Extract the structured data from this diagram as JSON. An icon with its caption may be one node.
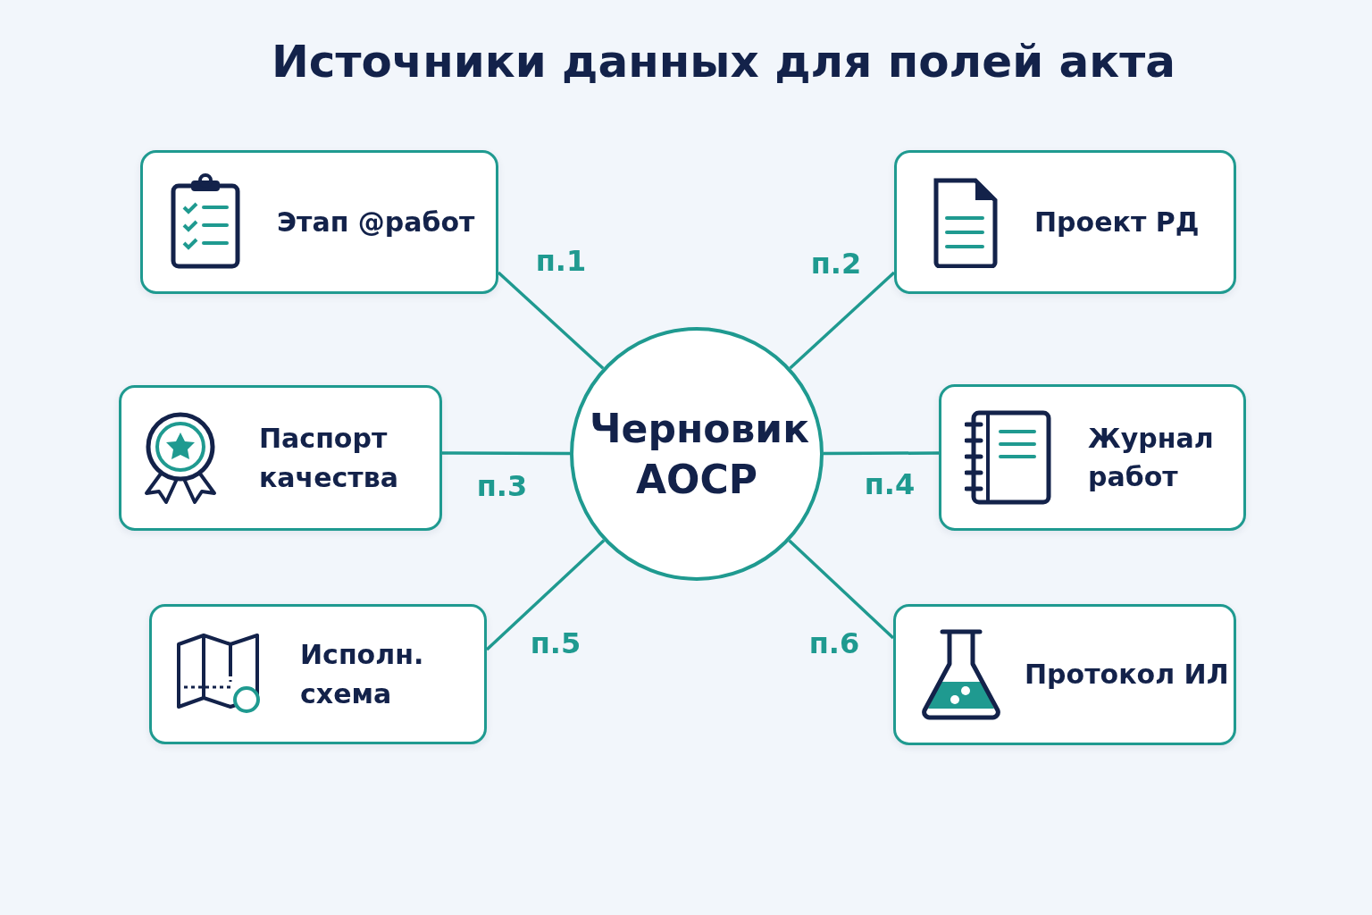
{
  "diagram": {
    "title": "Источники данных для полей акта",
    "nodes": [
      {
        "text": [
          "Черновик АОСР"
        ]
      },
      {
        "text": [
          "Этап @работ"
        ]
      },
      {
        "text": [
          "Проект РД"
        ]
      },
      {
        "text": [
          "Паспорт качества"
        ]
      },
      {
        "text": [
          "Журнал работ"
        ]
      },
      {
        "text": [
          "Исполн. схема"
        ]
      },
      {
        "text": [
          "Протокол ИЛ"
        ]
      }
    ],
    "edges": [
      {
        "from": 1,
        "to": 0,
        "arrow": "none",
        "label": "п.1"
      },
      {
        "from": 2,
        "to": 0,
        "arrow": "none",
        "label": "п.2"
      },
      {
        "from": 3,
        "to": 0,
        "arrow": "none",
        "label": "п.3"
      },
      {
        "from": 4,
        "to": 0,
        "arrow": "none",
        "label": "п.4"
      },
      {
        "from": 5,
        "to": 0,
        "arrow": "none",
        "label": "п.5"
      },
      {
        "from": 6,
        "to": 0,
        "arrow": "none",
        "label": "п.6"
      }
    ]
  }
}
